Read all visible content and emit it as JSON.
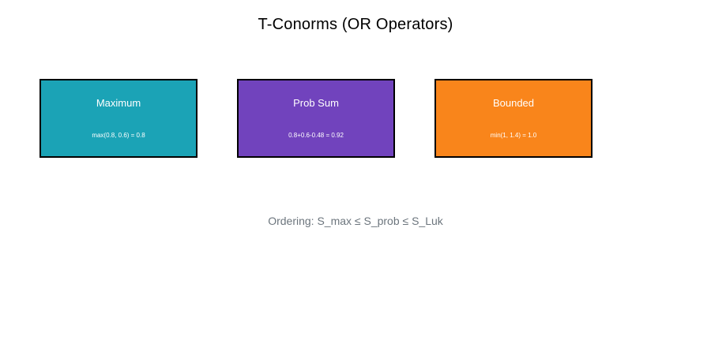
{
  "figure": {
    "title": "T-Conorms (OR Operators)",
    "background_color": "#ffffff",
    "border_color": "#000000"
  },
  "boxes": [
    {
      "label": "Maximum",
      "formula": "max(0.8, 0.6) = 0.8",
      "color": "#1ba3b6",
      "text_color": "#ffffff"
    },
    {
      "label": "Prob Sum",
      "formula": "0.8+0.6-0.48 = 0.92",
      "color": "#7143bd",
      "text_color": "#ffffff"
    },
    {
      "label": "Bounded",
      "formula": "min(1, 1.4) = 1.0",
      "color": "#f9851b",
      "text_color": "#ffffff"
    }
  ],
  "ordering": {
    "text": "Ordering: S_max ≤ S_prob ≤ S_Luk",
    "color": "#6c757d"
  }
}
